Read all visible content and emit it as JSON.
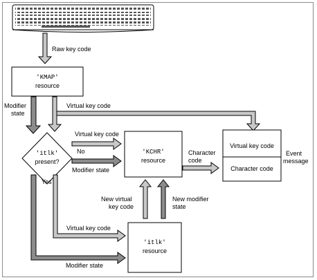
{
  "labels": {
    "raw_key_code": "Raw key code",
    "kmap_code": "'KMAP'",
    "kmap_word": "resource",
    "modifier_state_left_1": "Modifier",
    "modifier_state_left_2": "state",
    "virtual_key_code_top": "Virtual key code",
    "itlk_decision_code": "'itlk'",
    "itlk_decision_word": "present?",
    "virtual_key_code_mid": "Virtual key code",
    "no": "No",
    "modifier_state_mid": "Modifier state",
    "yes": "Yes",
    "kchr_code": "'KCHR'",
    "kchr_word": "resource",
    "character_code_1": "Character",
    "character_code_2": "code",
    "event_virtual_key_code": "Virtual key code",
    "event_character_code": "Character code",
    "event_message_1": "Event",
    "event_message_2": "message",
    "new_virtual_1": "New virtual",
    "new_virtual_2": "key code",
    "new_modifier_1": "New modifier",
    "new_modifier_2": "state",
    "virtual_key_code_bottom": "Virtual key code",
    "itlk_code": "'itlk'",
    "itlk_word": "resource",
    "modifier_state_bottom": "Modifier state"
  },
  "colors": {
    "arrow_fill": "#c8c8c8",
    "arrow_fill_dark": "#8c8c8c",
    "stroke": "#000000",
    "frame": "#8a8a8a"
  },
  "icons": {
    "keyboard": "keyboard-icon"
  }
}
